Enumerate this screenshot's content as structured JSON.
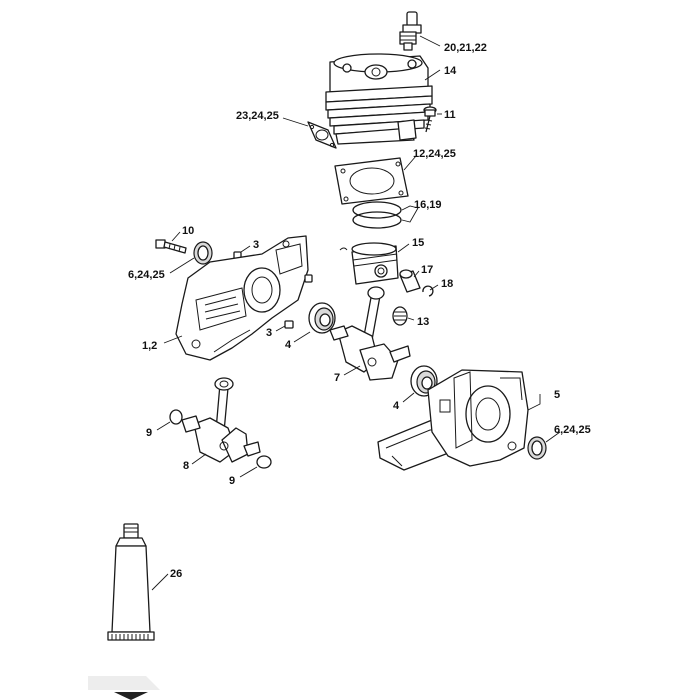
{
  "colors": {
    "line": "#1a1a1a",
    "shade": "#d9d9d9",
    "background": "#ffffff",
    "nav_marker": "#222222"
  },
  "callouts": {
    "spark_plug": "20,21,22",
    "cylinder": "14",
    "cylinder_screw": "11",
    "intake_gasket": "23,24,25",
    "base_gasket": "12,24,25",
    "piston_rings": "16,19",
    "piston": "15",
    "piston_pin": "17",
    "circlip": "18",
    "needle_cage": "13",
    "screw_left": "10",
    "oil_seal_left": "6,24,25",
    "dowel_upper": "3",
    "dowel_lower": "3",
    "crankcase_left": "1,2",
    "bearing_left": "4",
    "crankshaft": "7",
    "bearing_right": "4",
    "crankcase_right": "5",
    "oil_seal_right": "6,24,25",
    "oring_top": "9",
    "crankshaft_alt": "8",
    "oring_bottom": "9",
    "grease_tube": "26"
  }
}
